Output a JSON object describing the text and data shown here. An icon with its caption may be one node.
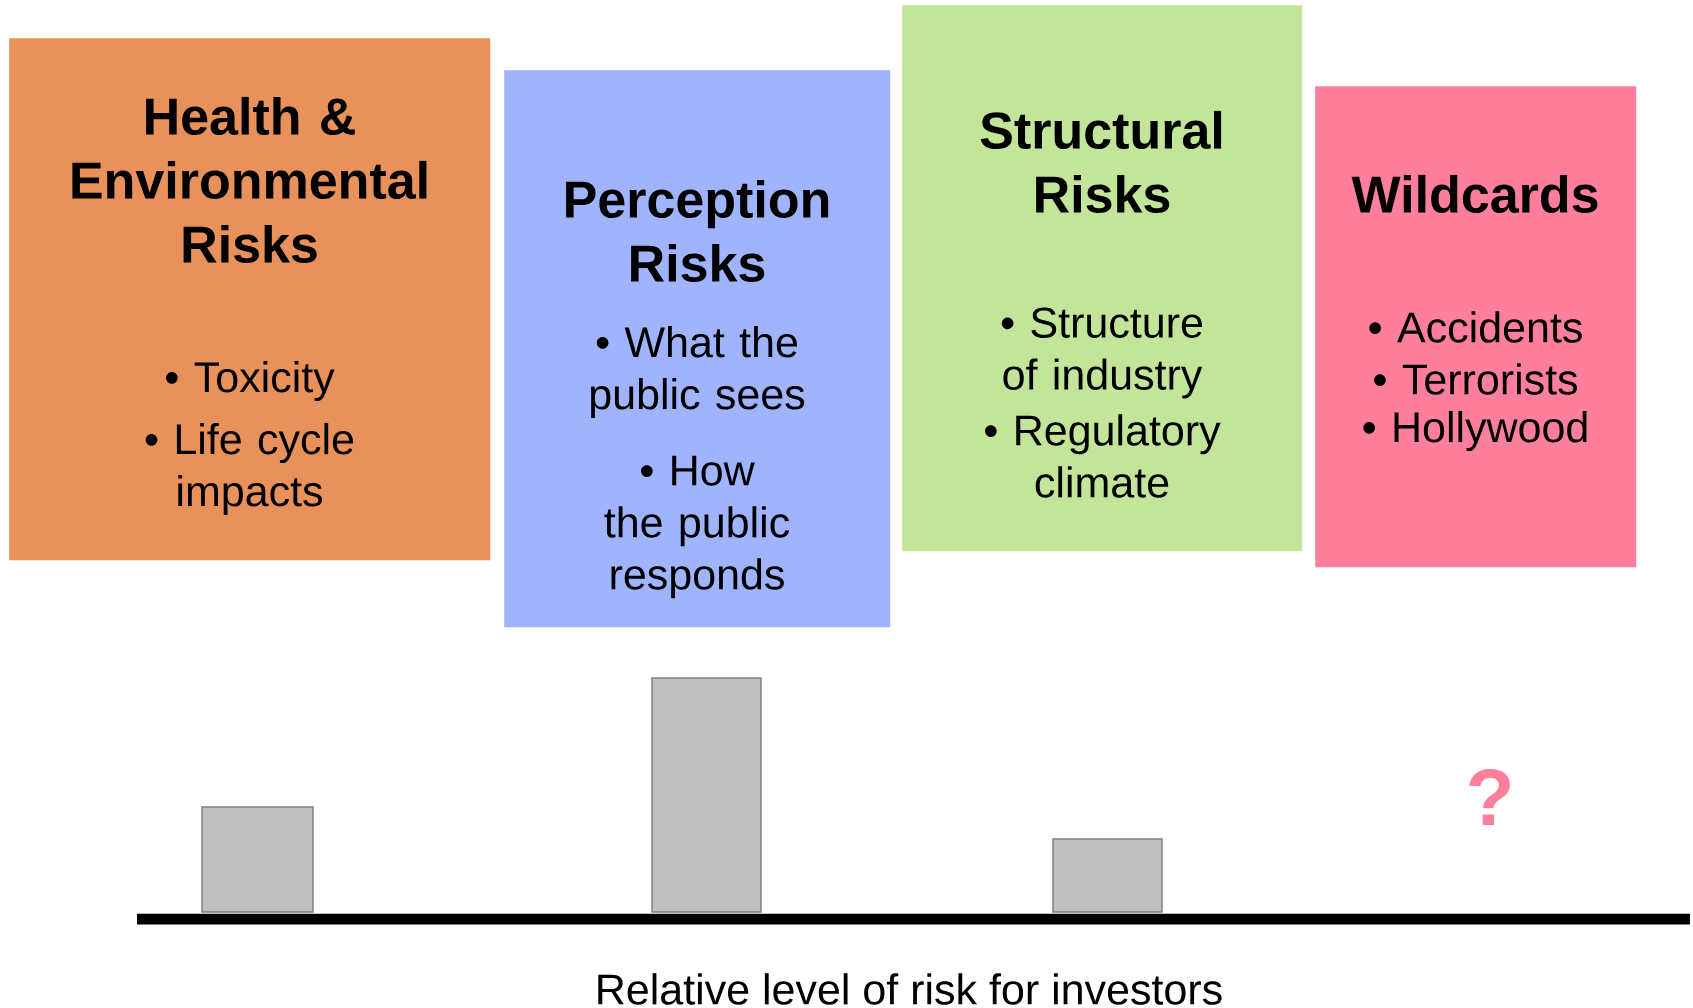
{
  "diagram": {
    "nodes": [
      {
        "text": [
          "Health & Environmental Risks",
          "• Toxicity",
          "• Life cycle impacts"
        ]
      },
      {
        "text": [
          "Perception Risks",
          "• What the public sees",
          "• How the public responds"
        ]
      },
      {
        "text": [
          "Structural Risks",
          "• Structure of industry",
          "• Regulatory climate"
        ]
      },
      {
        "text": [
          "Wildcards",
          "• Accidents",
          "• Terrorists",
          "• Hollywood"
        ]
      }
    ],
    "labels": [
      "?",
      "Relative level of risk for investors"
    ]
  }
}
